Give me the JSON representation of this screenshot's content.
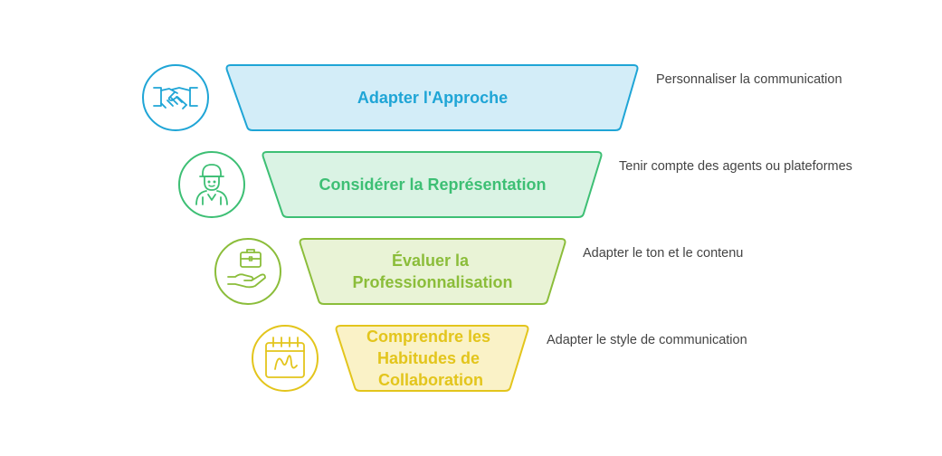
{
  "levels": [
    {
      "label_lines": [
        "Adapter l'Approche"
      ],
      "description": "Personnaliser la communication",
      "icon": "handshake-icon",
      "color": "#1fa5d6",
      "fill": "#d3edf8"
    },
    {
      "label_lines": [
        "Considérer la Représentation"
      ],
      "description": "Tenir compte des agents ou plateformes",
      "icon": "person-icon",
      "color": "#3dbf74",
      "fill": "#daf3e4"
    },
    {
      "label_lines": [
        "Évaluer la",
        "Professionnalisation"
      ],
      "description": "Adapter le ton et le contenu",
      "icon": "briefcase-hand-icon",
      "color": "#8bbd3a",
      "fill": "#e9f3d6"
    },
    {
      "label_lines": [
        "Comprendre les",
        "Habitudes de",
        "Collaboration"
      ],
      "description": "Adapter le style de communication",
      "icon": "calendar-signature-icon",
      "color": "#e3c51c",
      "fill": "#faf2c7"
    }
  ]
}
